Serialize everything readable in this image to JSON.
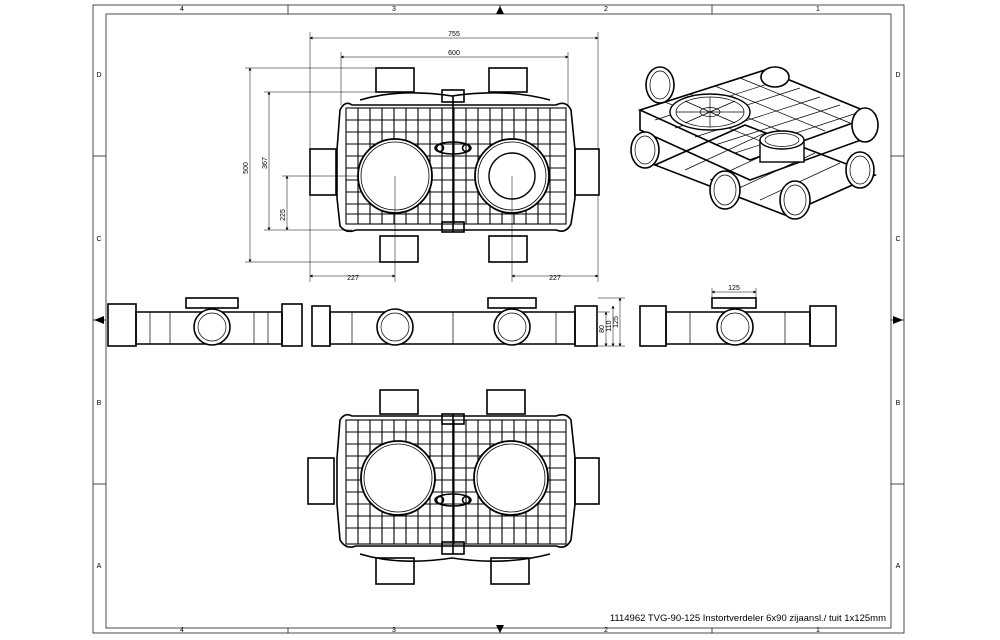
{
  "title_block": {
    "caption": "1114962 TVG-90-125 Instortverdeler 6x90 zijaansl./ tuit 1x125mm"
  },
  "frame": {
    "column_labels": [
      "4",
      "3",
      "2",
      "1"
    ],
    "row_labels": [
      "D",
      "C",
      "B",
      "A"
    ]
  },
  "dimensions": {
    "top_view": {
      "overall_width": "755",
      "inner_width": "600",
      "overall_depth": "500",
      "inner_depth": "367",
      "half_depth": "225",
      "left_offset": "227",
      "right_offset": "227"
    },
    "side_view": {
      "height_a": "80",
      "height_b": "110",
      "height_c": "125"
    },
    "end_view": {
      "spigot_diameter": "125"
    }
  }
}
